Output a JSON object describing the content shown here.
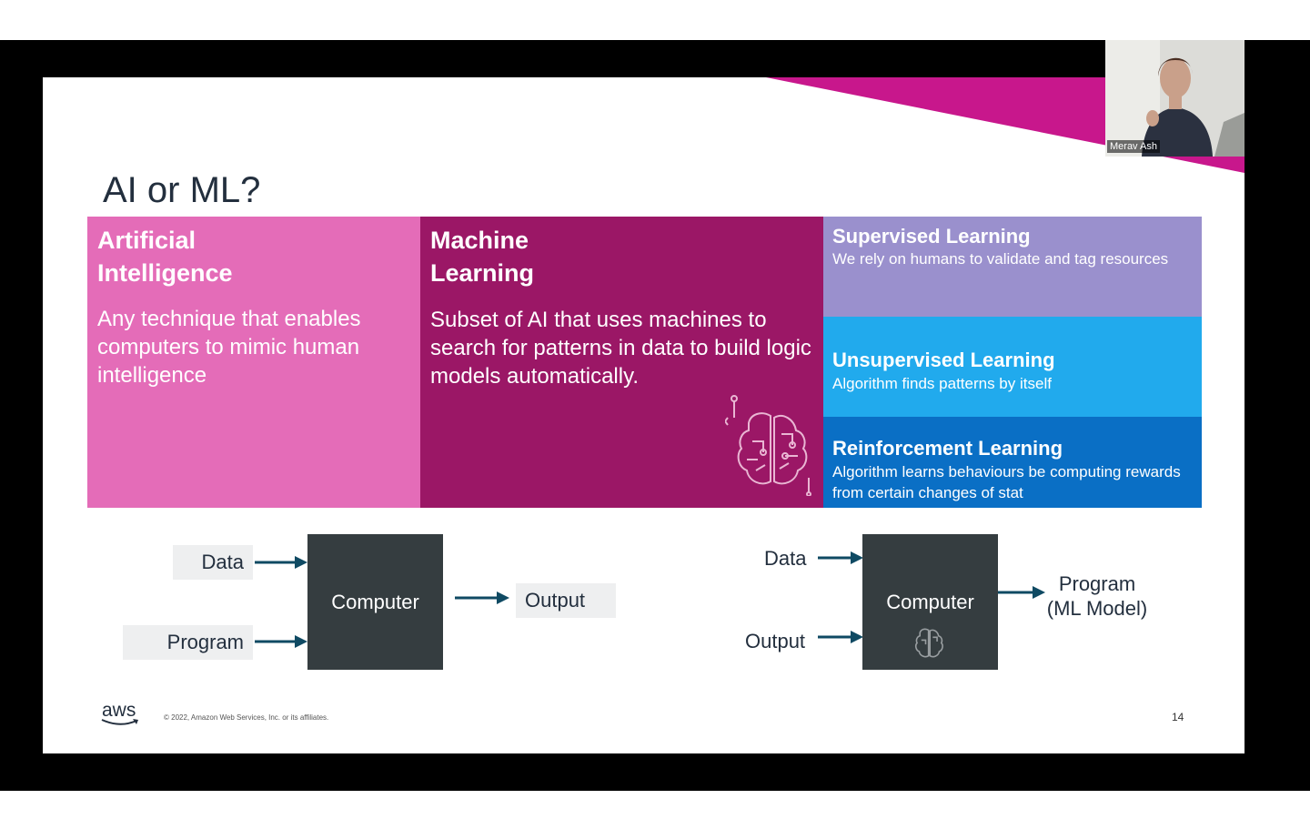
{
  "slide": {
    "title": "AI or ML?",
    "ai_panel": {
      "heading_line1": "Artificial",
      "heading_line2": "Intelligence",
      "body": "Any technique that enables computers to mimic human intelligence",
      "color": "#e46cb8"
    },
    "ml_panel": {
      "heading_line1": "Machine",
      "heading_line2": "Learning",
      "body": "Subset of AI that uses machines to search for patterns in data to build logic models automatically.",
      "color": "#9b1766"
    },
    "learning_types": [
      {
        "title": "Supervised Learning",
        "description": "We rely on  humans to validate and tag resources",
        "color": "#9a90cd"
      },
      {
        "title": "Unsupervised Learning",
        "description": "Algorithm finds patterns by itself",
        "color": "#21aaed"
      },
      {
        "title": "Reinforcement Learning",
        "description": "Algorithm learns behaviours be computing rewards from certain changes of stat",
        "color": "#0a6fc5"
      }
    ],
    "traditional_diagram": {
      "input1": "Data",
      "input2": "Program",
      "processor": "Computer",
      "output": "Output"
    },
    "ml_diagram": {
      "input1": "Data",
      "input2": "Output",
      "processor": "Computer",
      "output_line1": "Program",
      "output_line2": "(ML Model)"
    },
    "footer": {
      "logo": "aws",
      "copyright": "© 2022, Amazon Web Services, Inc. or its affiliates.",
      "page_number": "14"
    }
  },
  "video": {
    "participant_name": "Merav Ash"
  },
  "icons": [
    "brain-circuit-icon",
    "arrow-right-icon"
  ],
  "colors": {
    "arrow": "#0f4a63",
    "computer_box": "#353d40",
    "accent": "#c8178c"
  }
}
